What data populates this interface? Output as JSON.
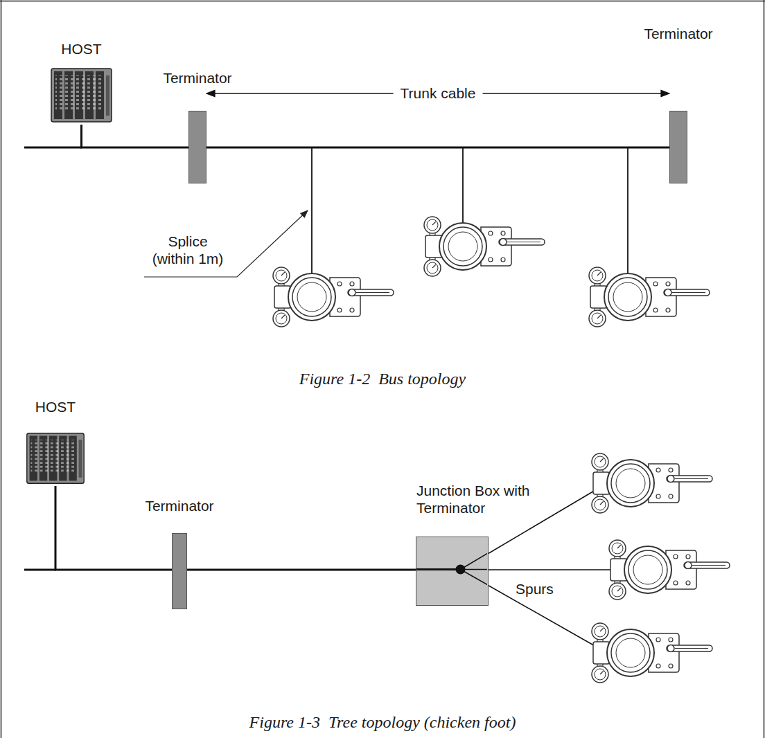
{
  "diagram": {
    "nodes": [
      {
        "text": [
          "HOST"
        ]
      },
      {
        "text": [
          "Terminator"
        ]
      },
      {
        "text": [
          "Terminator"
        ]
      },
      {
        "text": [
          "HOST"
        ]
      },
      {
        "text": [
          "Terminator"
        ]
      },
      {
        "text": [
          "Junction Box with Terminator"
        ]
      }
    ],
    "edges": [
      {
        "from": 0,
        "to": 1,
        "arrow": "none"
      },
      {
        "from": 1,
        "to": 2,
        "arrow": "none"
      },
      {
        "from": 1,
        "to": 2,
        "label": "Trunk cable",
        "arrow": "both"
      },
      {
        "from": 3,
        "to": 4,
        "arrow": "none"
      },
      {
        "from": 4,
        "to": 5,
        "arrow": "none"
      }
    ],
    "labels": [
      "Splice (within 1m)",
      "Figure 1-2  Bus topology",
      "Spurs",
      "Figure 1-3  Tree topology (chicken foot)"
    ]
  }
}
